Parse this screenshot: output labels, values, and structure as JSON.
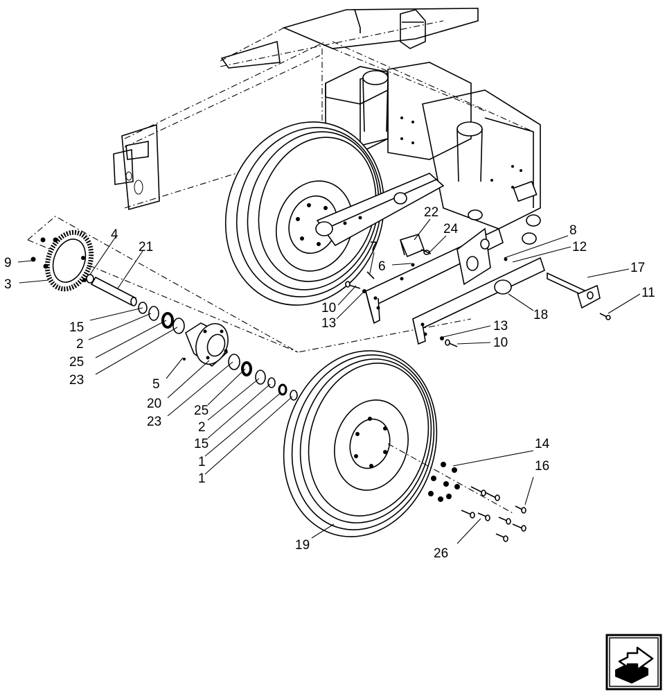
{
  "diagram": {
    "callouts": [
      "1",
      "1",
      "2",
      "2",
      "3",
      "4",
      "5",
      "6",
      "7",
      "8",
      "9",
      "10",
      "10",
      "11",
      "12",
      "13",
      "13",
      "14",
      "15",
      "15",
      "16",
      "17",
      "18",
      "19",
      "20",
      "21",
      "22",
      "23",
      "23",
      "24",
      "25",
      "25",
      "26"
    ]
  },
  "navigation": {
    "icon": "next-page-arrow-icon"
  }
}
